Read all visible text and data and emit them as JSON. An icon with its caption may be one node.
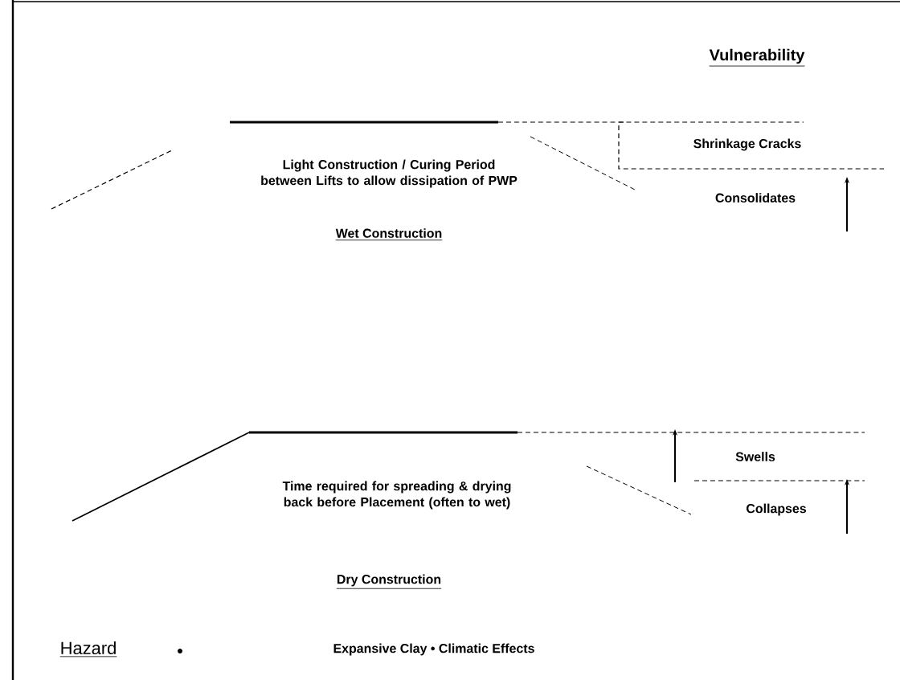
{
  "diagram": {
    "title": "Vulnerability",
    "labels": [
      "Light Construction / Curing Period between Lifts to allow dissipation of PWP",
      "Shrinkage Cracks",
      "Consolidates",
      "Wet Construction",
      "Time required for spreading & drying back before Placement (often to wet)",
      "Swells",
      "Collapses",
      "Dry Construction",
      "Hazard",
      "Expansive Clay • Climatic Effects"
    ]
  }
}
